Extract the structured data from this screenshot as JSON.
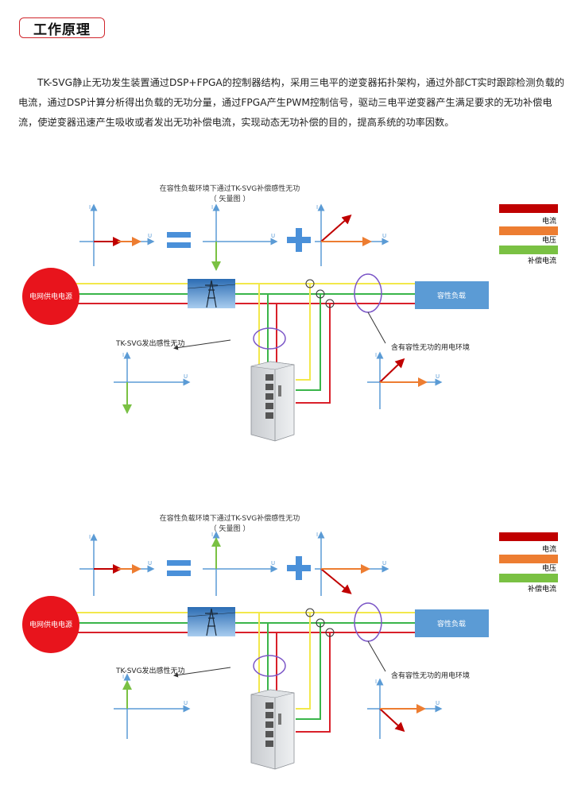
{
  "section_title": "工作原理",
  "intro": "TK-SVG静止无功发生装置通过DSP+FPGA的控制器结构，采用三电平的逆变器拓扑架构，通过外部CT实时跟踪检测负载的电流，通过DSP计算分析得出负载的无功分量，通过FPGA产生PWM控制信号，驱动三电平逆变器产生满足要求的无功补偿电流，使逆变器迅速产生吸收或者发出无功补偿电流，实现动态无功补偿的目的，提高系统的功率因数。",
  "colors": {
    "current": "#c00000",
    "voltage": "#ed7d31",
    "compensation": "#7ac143",
    "axis": "#5b9bd5",
    "bus_yellow": "#f2e84b",
    "bus_green": "#3ab54a",
    "bus_red": "#d9202a"
  },
  "diagrams": [
    {
      "caption_line1": "在容性负载环境下通过TK-SVG补偿感性无功",
      "caption_line2": "（ 矢量图 ）",
      "legend": [
        "电流",
        "电压",
        "补偿电流"
      ],
      "source_label": "电网供电电源",
      "load_label": "容性负载",
      "svg_label": "TK-SVG发出感性无功",
      "env_label": "含有容性无功的用电环境",
      "axis_i": "I",
      "axis_u": "U"
    },
    {
      "caption_line1": "在容性负载环境下通过TK-SVG补偿感性无功",
      "caption_line2": "（ 矢量图 ）",
      "legend": [
        "电流",
        "电压",
        "补偿电流"
      ],
      "source_label": "电网供电电源",
      "load_label": "容性负载",
      "svg_label": "TK-SVG发出感性无功",
      "env_label": "含有容性无功的用电环境",
      "axis_i": "I",
      "axis_u": "U"
    }
  ]
}
